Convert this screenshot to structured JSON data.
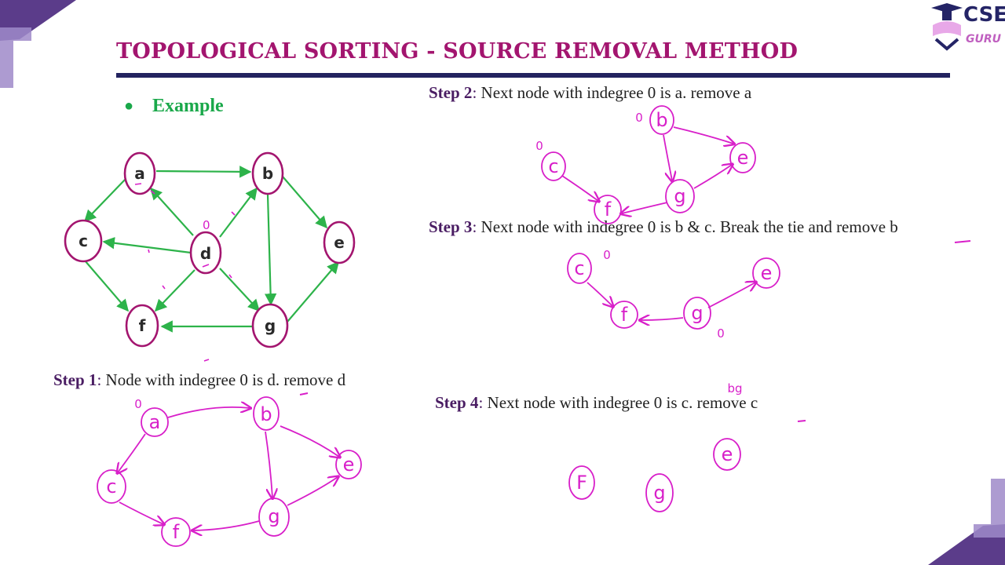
{
  "title": "TOPOLOGICAL SORTING - SOURCE REMOVAL METHOD",
  "logo": {
    "name": "CSE",
    "sub": "GURU"
  },
  "example_label": "Example",
  "steps": [
    {
      "label": "Step 1",
      "text": "Node with indegree 0 is d. remove d"
    },
    {
      "label": "Step 2",
      "text": "Next node with indegree 0 is a. remove a"
    },
    {
      "label": "Step 3",
      "text": "Next node with indegree 0 is b & c. Break the tie and remove b"
    },
    {
      "label": "Step 4",
      "text": "Next node with indegree 0 is c. remove c"
    }
  ],
  "graph": {
    "nodes": [
      "a",
      "b",
      "c",
      "d",
      "e",
      "f",
      "g"
    ],
    "edges": [
      [
        "a",
        "b"
      ],
      [
        "a",
        "c"
      ],
      [
        "d",
        "a"
      ],
      [
        "d",
        "b"
      ],
      [
        "d",
        "c"
      ],
      [
        "d",
        "f"
      ],
      [
        "d",
        "g"
      ],
      [
        "b",
        "e"
      ],
      [
        "b",
        "g"
      ],
      [
        "c",
        "f"
      ],
      [
        "g",
        "f"
      ],
      [
        "g",
        "e"
      ]
    ]
  },
  "handwritten": {
    "zero_mark": "0",
    "step1_nodes": [
      "a",
      "b",
      "c",
      "e",
      "f",
      "g"
    ],
    "step2_nodes": [
      "b",
      "c",
      "e",
      "f",
      "g"
    ],
    "step3_nodes": [
      "c",
      "e",
      "f",
      "g"
    ],
    "step4_nodes": [
      "e",
      "F",
      "g"
    ],
    "step4_note": "bg"
  },
  "colors": {
    "title": "#a3156f",
    "rule": "#23235f",
    "node": "#a3156f",
    "edge": "#2db34a",
    "ink": "#d81fc9",
    "corner": "#5a2d82"
  }
}
